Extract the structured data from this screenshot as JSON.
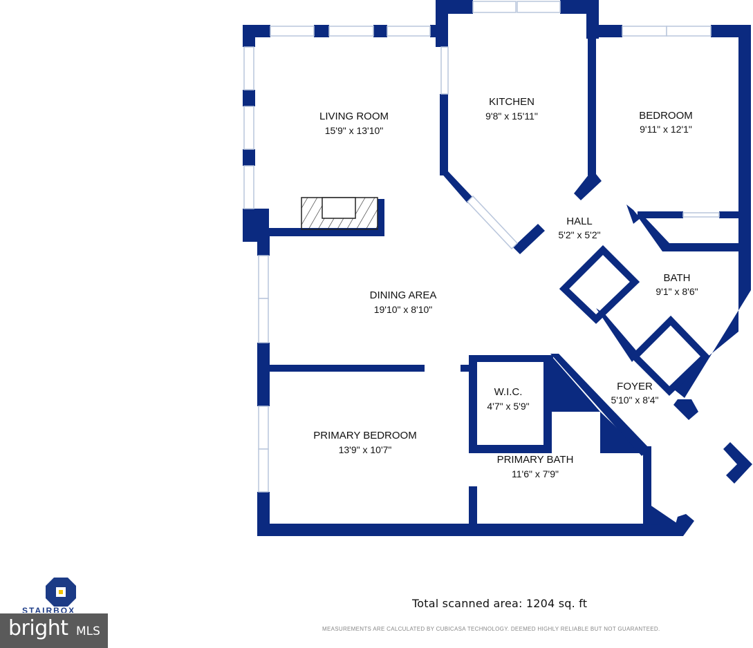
{
  "rooms": [
    {
      "key": "living",
      "name": "LIVING ROOM",
      "dims": "15'9\" x 13'10\""
    },
    {
      "key": "kitchen",
      "name": "KITCHEN",
      "dims": "9'8\" x 15'11\""
    },
    {
      "key": "bedroom",
      "name": "BEDROOM",
      "dims": "9'11\" x 12'1\""
    },
    {
      "key": "hall",
      "name": "HALL",
      "dims": "5'2\" x 5'2\""
    },
    {
      "key": "bath",
      "name": "BATH",
      "dims": "9'1\" x 8'6\""
    },
    {
      "key": "dining",
      "name": "DINING AREA",
      "dims": "19'10\" x 8'10\""
    },
    {
      "key": "wic",
      "name": "W.I.C.",
      "dims": "4'7\" x 5'9\""
    },
    {
      "key": "foyer",
      "name": "FOYER",
      "dims": "5'10\" x 8'4\""
    },
    {
      "key": "primary_bedroom",
      "name": "PRIMARY BEDROOM",
      "dims": "13'9\" x 10'7\""
    },
    {
      "key": "primary_bath",
      "name": "PRIMARY BATH",
      "dims": "11'6\" x 7'9\""
    }
  ],
  "footer": {
    "total_area": "Total scanned area: 1204 sq. ft",
    "disclaimer": "MEASUREMENTS ARE CALCULATED BY CUBICASA TECHNOLOGY. DEEMED HIGHLY RELIABLE BUT NOT GUARANTEED."
  },
  "branding": {
    "stairbox_word": "STAIRBOX",
    "bright_word": "bright",
    "bright_mls": "MLS"
  },
  "colors": {
    "wall": "#0b2a80",
    "window_frame": "#b9c6dc",
    "badge_bg": "#5a5a5a"
  }
}
